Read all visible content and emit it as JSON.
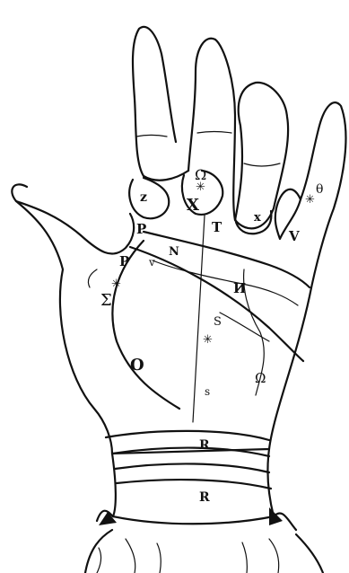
{
  "illustration": {
    "subject": "palmistry hand engraving",
    "ink_color": "#111111",
    "paper_color": "#ffffff"
  },
  "labels": {
    "index_mount": "P",
    "middle_mount": "T",
    "ring_mount": "X",
    "little_mount": "V",
    "palm_upper_left": "P",
    "palm_center": "N",
    "palm_right": "И",
    "thumb_mount": "O",
    "left_mount": "P",
    "wrist_upper": "R",
    "wrist_lower": "R",
    "middle_finger_base": "X",
    "index_finger_base": "z",
    "small_cross": "x",
    "little_finger_symbol": "θ",
    "palm_lower_right": "Ω",
    "left_small": "Σ",
    "v_small": "v",
    "s_mark": "S",
    "s_mark_lower": "s",
    "middle_top_symbol": "Ω"
  },
  "symbols": {
    "star": "✳"
  }
}
